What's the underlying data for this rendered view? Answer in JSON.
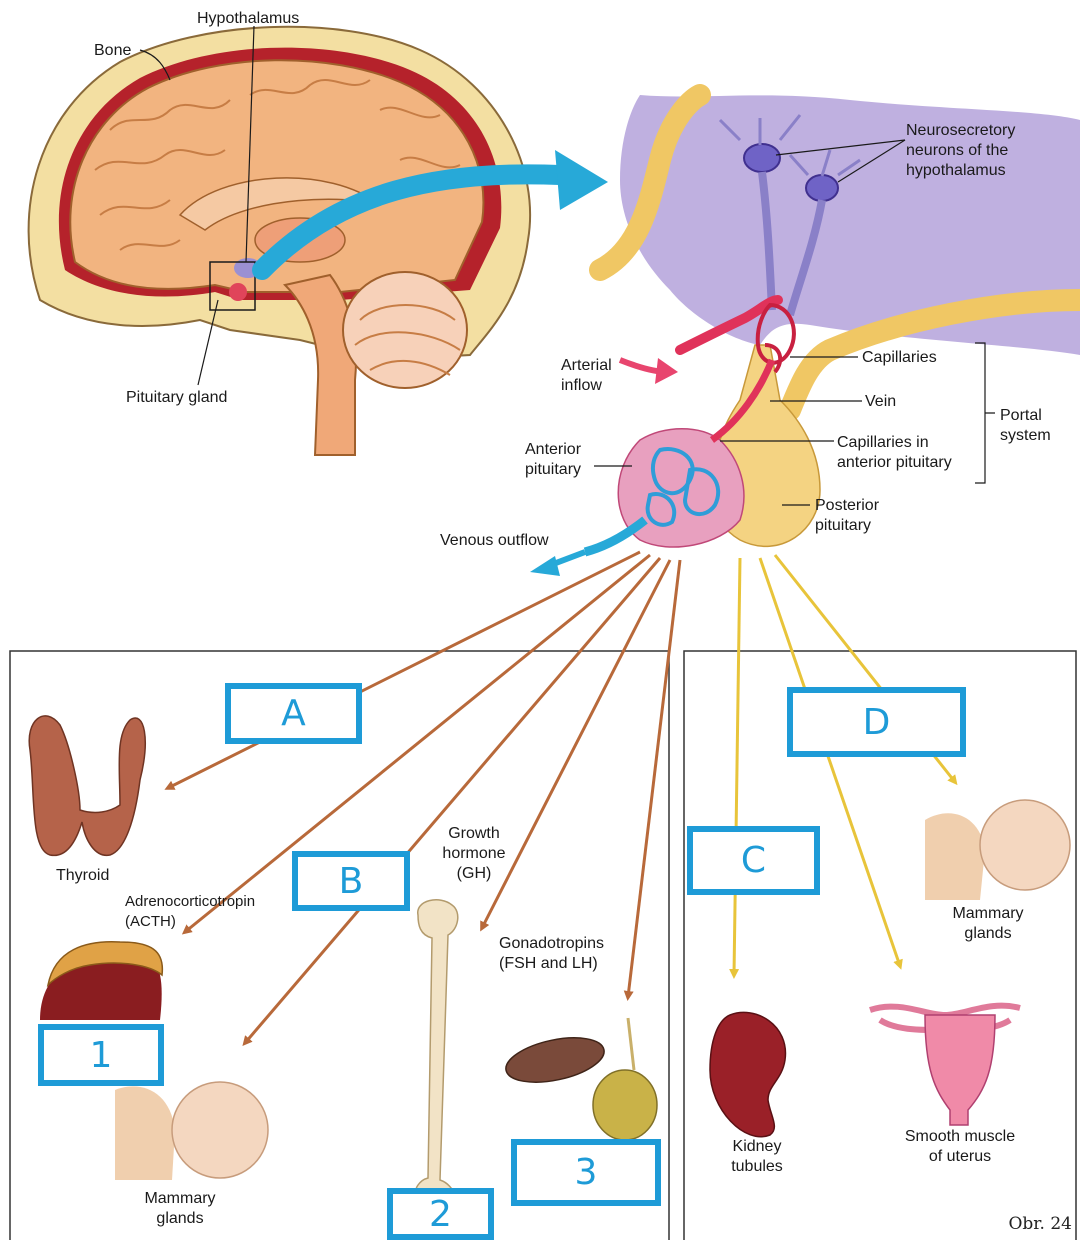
{
  "brain": {
    "bone": "Bone",
    "hypothalamus": "Hypothalamus",
    "pituitary_gland": "Pituitary gland"
  },
  "pituitary": {
    "neurosecretory": "Neurosecretory\nneurons of the\nhypothalamus",
    "arterial_inflow": "Arterial\ninflow",
    "capillaries": "Capillaries",
    "vein": "Vein",
    "capillaries_anterior": "Capillaries in\nanterior pituitary",
    "portal_system": "Portal\nsystem",
    "anterior_pituitary": "Anterior\npituitary",
    "posterior_pituitary": "Posterior\npituitary",
    "venous_outflow": "Venous outflow"
  },
  "targets": {
    "thyroid": "Thyroid",
    "acth": "Adrenocorticotropin\n(ACTH)",
    "growth_hormone": "Growth\nhormone\n(GH)",
    "gonadotropins": "Gonadotropins\n(FSH and LH)",
    "mammary_left": "Mammary\nglands",
    "kidney": "Kidney\ntubules",
    "mammary_right": "Mammary\nglands",
    "uterus": "Smooth muscle\nof uterus"
  },
  "answer_boxes": {
    "a": "A",
    "b": "B",
    "c": "C",
    "d": "D",
    "one": "1",
    "two": "2",
    "three": "3"
  },
  "figure_label": "Obr. 24",
  "colors": {
    "answer_box": "#1e9bd7",
    "anterior_arrow": "#b8693a",
    "posterior_arrow": "#e8c43a",
    "flow_arrow": "#27a9d8",
    "artery": "#e0325a"
  }
}
